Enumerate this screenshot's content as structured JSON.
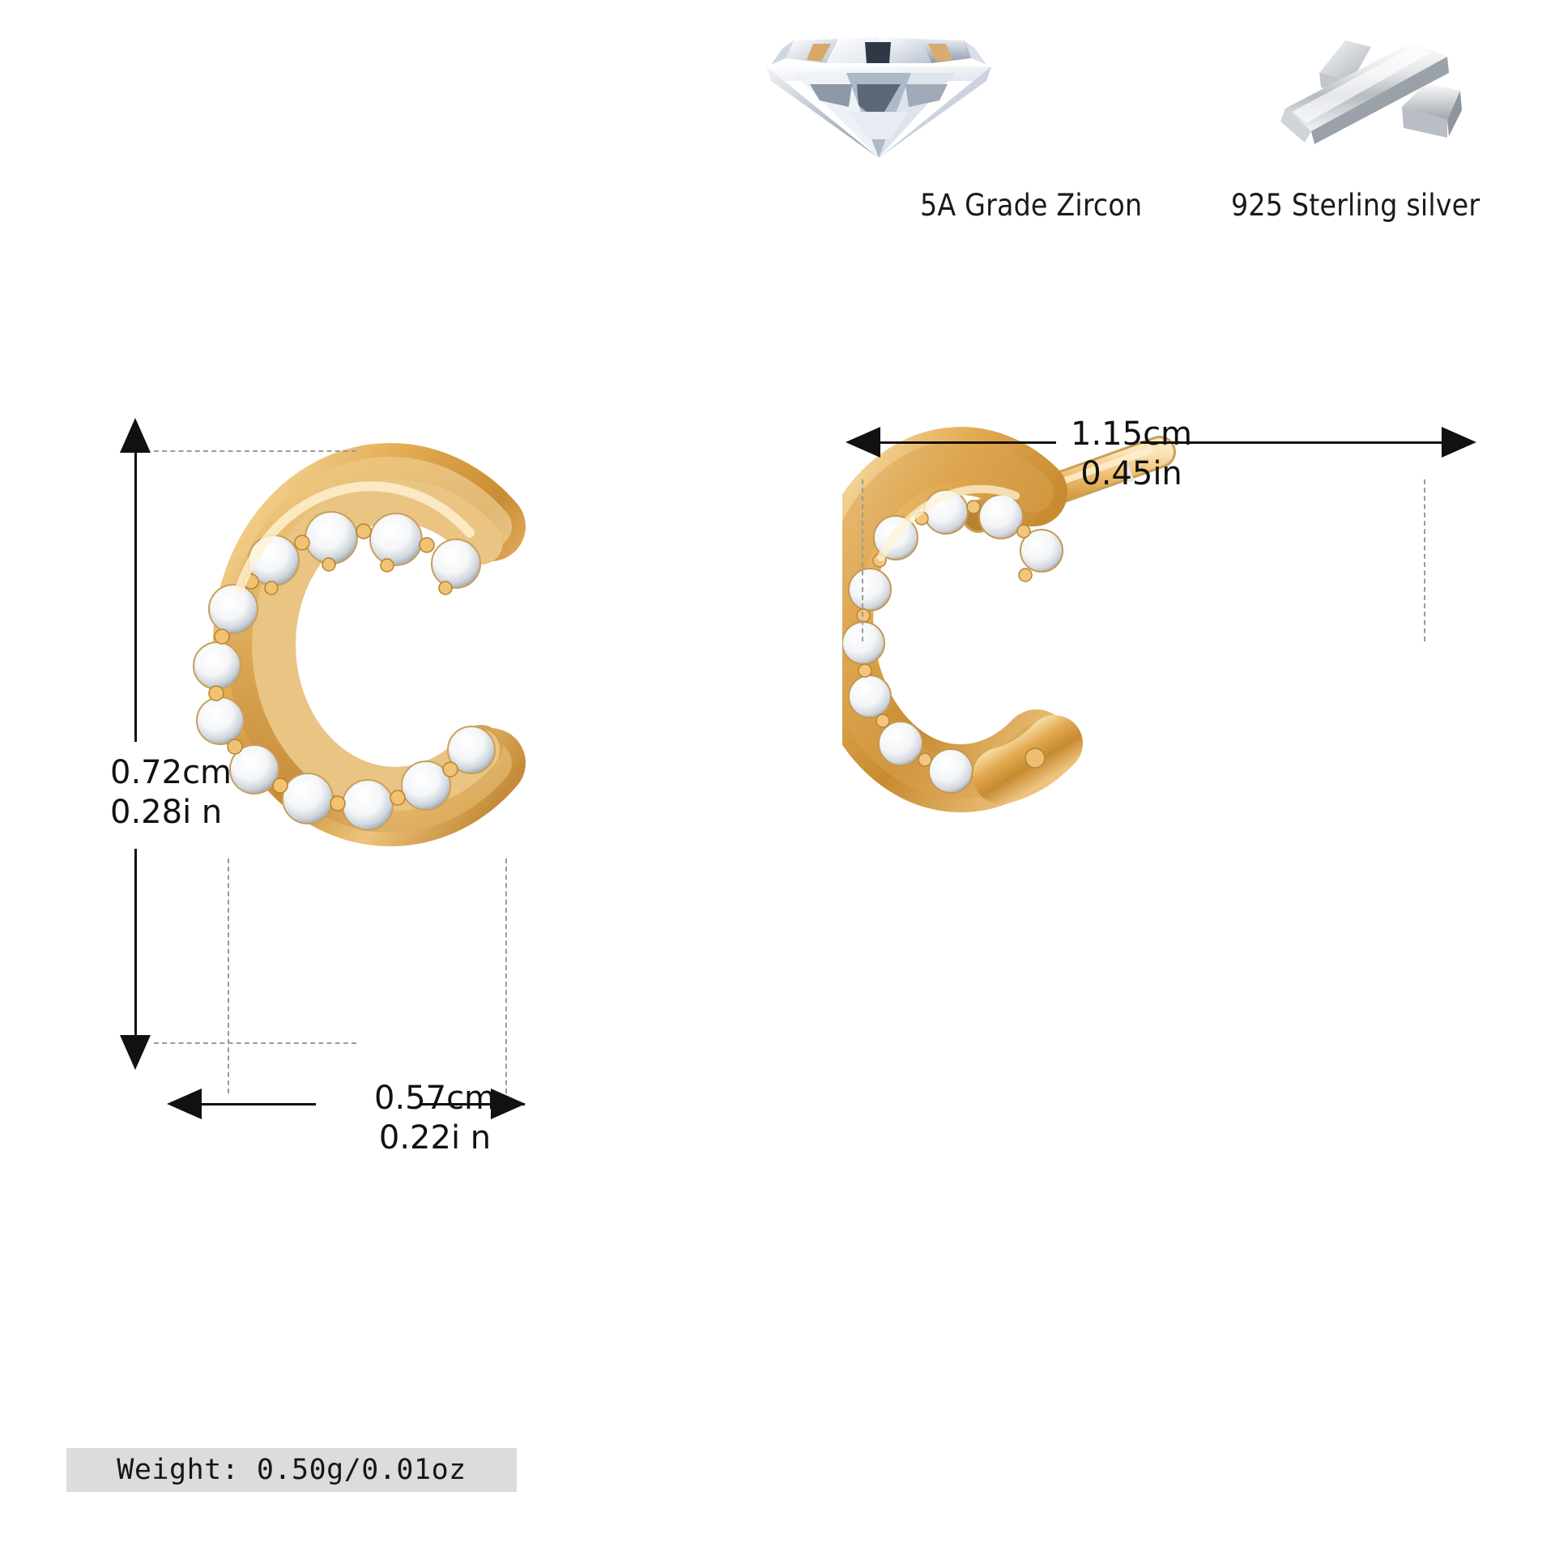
{
  "features": [
    {
      "icon": "diamond-gem-icon",
      "label": "5A Grade Zircon"
    },
    {
      "icon": "silver-bars-icon",
      "label": "925 Sterling silver"
    }
  ],
  "product": {
    "letter": "C",
    "metal_color": "#e0a84e",
    "stone_color": "#ffffff",
    "post_color": "#e8b45f",
    "post_notch_color": "#d8d8d8"
  },
  "dimensions": {
    "height": {
      "cm": "0.72cm",
      "in": "0.28i n"
    },
    "width": {
      "cm": "0.57cm",
      "in": "0.22i n"
    },
    "overall": {
      "cm": "1.15cm",
      "in": "0.45in"
    }
  },
  "weight": {
    "text": "Weight: 0.50g/0.01oz",
    "band_color": "#dcdcdc"
  },
  "colors": {
    "background": "#ffffff",
    "line": "#111111",
    "guide": "#9b9b9b",
    "text": "#161616"
  }
}
